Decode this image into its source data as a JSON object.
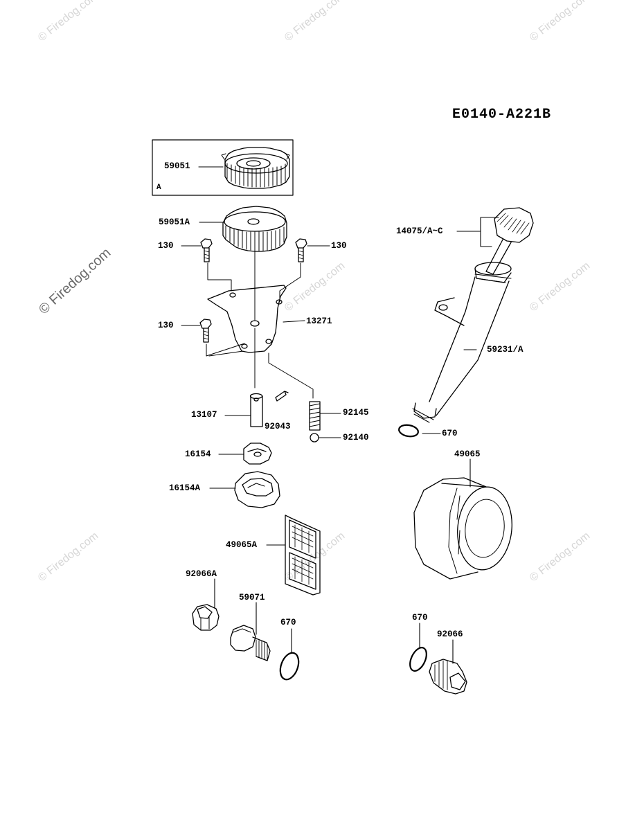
{
  "diagram_code": "E0140-A221B",
  "watermark": "© Firedog.com",
  "inset_tag": "A",
  "labels": {
    "p59051": "59051",
    "p59051A": "59051A",
    "p130_left": "130",
    "p130_right": "130",
    "p130_mid": "130",
    "p13271": "13271",
    "p13107": "13107",
    "p92043": "92043",
    "p92145": "92145",
    "p92140": "92140",
    "p16154": "16154",
    "p16154A": "16154A",
    "p49065A": "49065A",
    "p92066A": "92066A",
    "p59071": "59071",
    "p670_a": "670",
    "p670_b": "670",
    "p670_c": "670",
    "p92066": "92066",
    "p14075": "14075/A~C",
    "p59231": "59231/A",
    "p49065": "49065"
  }
}
